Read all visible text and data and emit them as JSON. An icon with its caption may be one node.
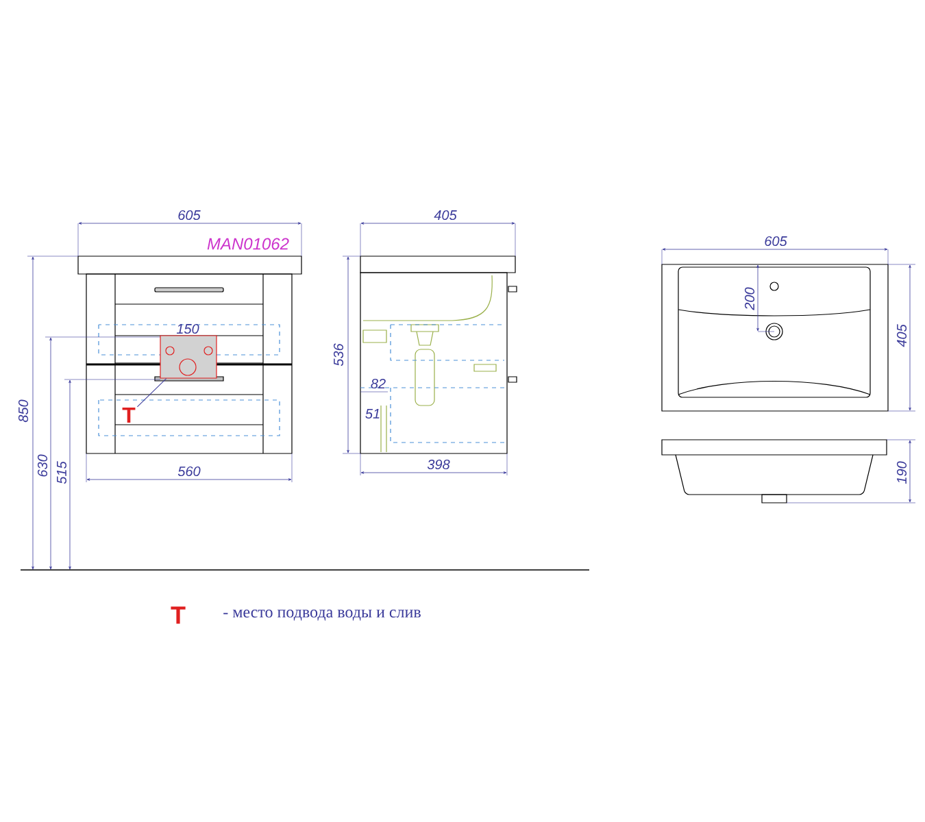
{
  "diagram": {
    "nodes": [
      {
        "text": [
          "T"
        ]
      },
      {
        "text": [],
        "shape": "box",
        "beside": [
          "150"
        ]
      }
    ],
    "edges": [
      {
        "from": 0,
        "to": 1,
        "arrow": "none"
      }
    ],
    "labels": [
      "605",
      "MAN01062",
      "850",
      "630",
      "515",
      "560",
      "405",
      "536",
      "82",
      "51",
      "398",
      "605",
      "200",
      "405",
      "190",
      "T",
      "- место подвода воды и слив"
    ]
  }
}
